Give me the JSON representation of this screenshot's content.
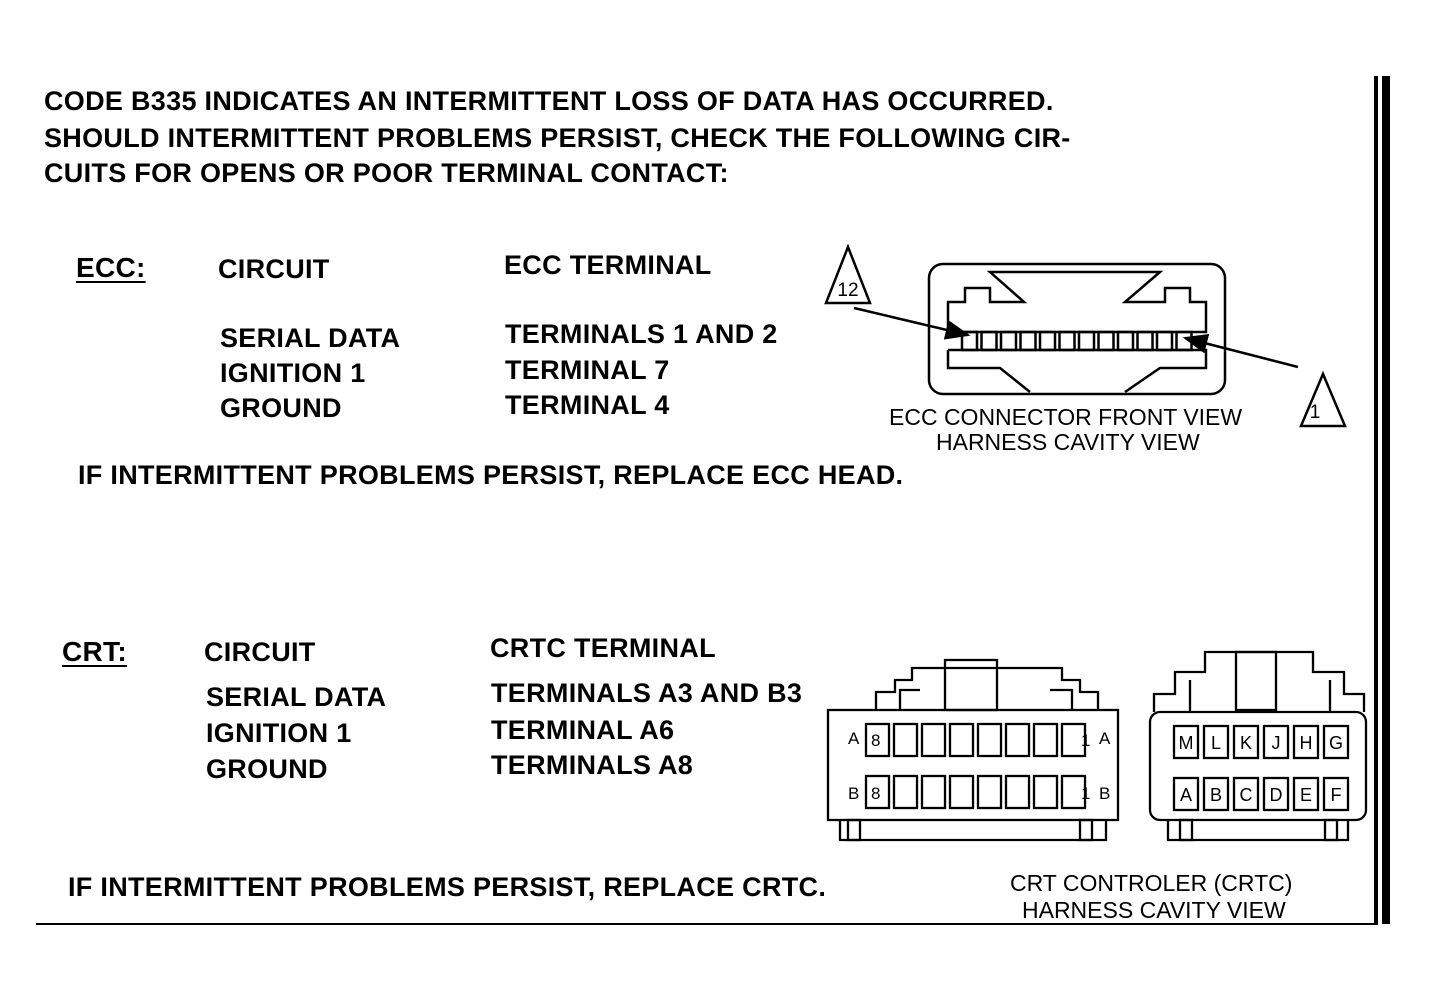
{
  "intro": {
    "line1": "CODE B335 INDICATES AN INTERMITTENT LOSS OF DATA HAS OCCURRED.",
    "line2": "SHOULD INTERMITTENT PROBLEMS PERSIST, CHECK THE FOLLOWING CIR-",
    "line3": "CUITS FOR OPENS OR POOR TERMINAL CONTACT:"
  },
  "ecc": {
    "heading": "ECC:",
    "circuit_header": "CIRCUIT",
    "terminal_header": "ECC TERMINAL",
    "rows": [
      {
        "circuit": "SERIAL DATA",
        "terminal": "TERMINALS 1 AND 2"
      },
      {
        "circuit": "IGNITION 1",
        "terminal": "TERMINAL 7"
      },
      {
        "circuit": "GROUND",
        "terminal": "TERMINAL 4"
      }
    ],
    "note": "IF INTERMITTENT PROBLEMS PERSIST, REPLACE ECC HEAD.",
    "connector": {
      "caption_line1": "ECC CONNECTOR FRONT VIEW",
      "caption_line2": "HARNESS CAVITY VIEW",
      "marker_left": "12",
      "marker_right": "1"
    }
  },
  "crt": {
    "heading": "CRT:",
    "circuit_header": "CIRCUIT",
    "terminal_header": "CRTC TERMINAL",
    "rows": [
      {
        "circuit": "SERIAL DATA",
        "terminal": "TERMINALS A3 AND B3"
      },
      {
        "circuit": "IGNITION 1",
        "terminal": "TERMINAL A6"
      },
      {
        "circuit": "GROUND",
        "terminal": "TERMINALS A8"
      }
    ],
    "note": "IF INTERMITTENT PROBLEMS PERSIST, REPLACE CRTC.",
    "connector": {
      "caption_line1": "CRT CONTROLER (CRTC)",
      "caption_line2": "HARNESS CAVITY VIEW",
      "left": {
        "row_a_label": "A",
        "row_b_label": "B",
        "first_pin": "8",
        "last_pin": "1"
      },
      "right": {
        "top_pins": [
          "M",
          "L",
          "K",
          "J",
          "H",
          "G"
        ],
        "bottom_pins": [
          "A",
          "B",
          "C",
          "D",
          "E",
          "F"
        ]
      }
    }
  }
}
